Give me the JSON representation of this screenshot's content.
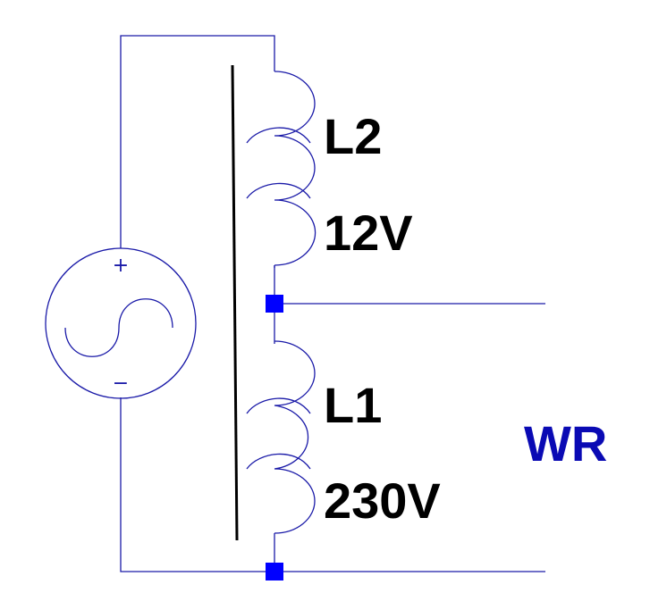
{
  "inductors": [
    {
      "name": "L2",
      "voltage": "12V"
    },
    {
      "name": "L1",
      "voltage": "230V"
    }
  ],
  "source": {
    "plus": "+",
    "minus": "−",
    "waveform": "sine-wave-icon"
  },
  "watermark": "WR",
  "colors": {
    "wire": "#1a1aa8",
    "junction": "#0000ff",
    "core": "#000000",
    "text": "#000000",
    "watermark": "#0a0ab4"
  }
}
